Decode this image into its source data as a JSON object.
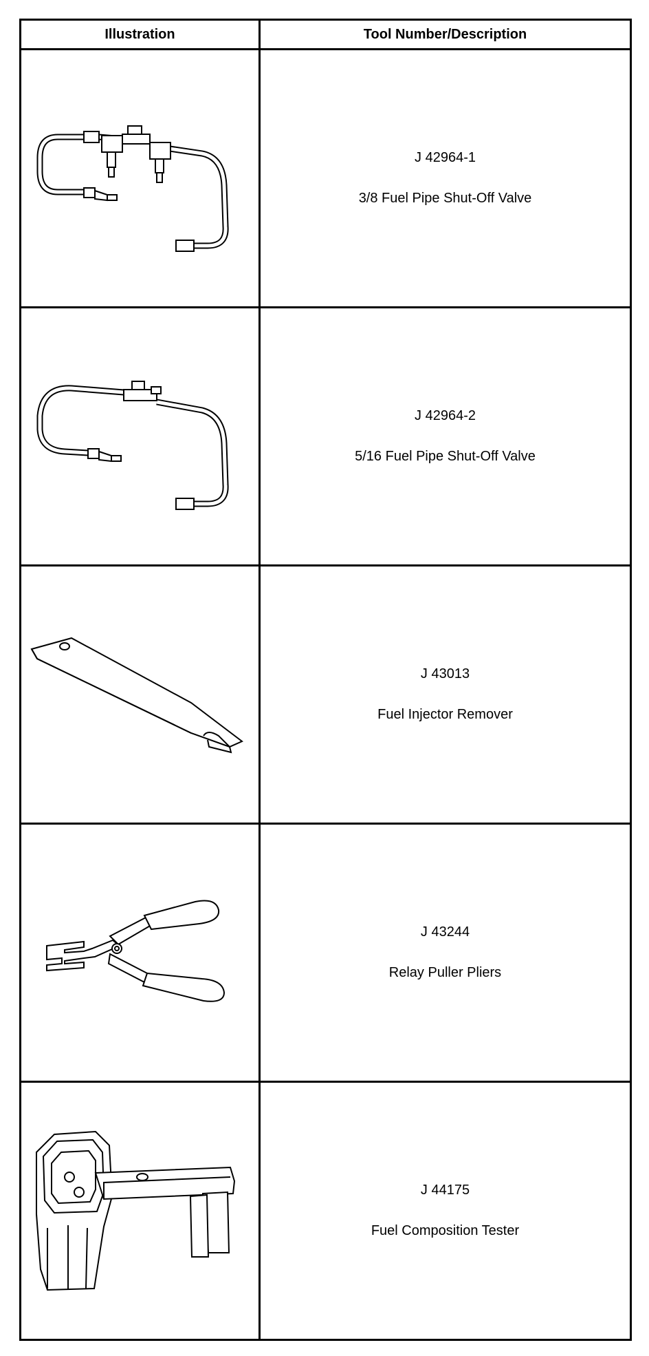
{
  "headers": {
    "illustration": "Illustration",
    "tool": "Tool Number/Description"
  },
  "tools": [
    {
      "number": "J 42964-1",
      "description": "3/8 Fuel Pipe Shut-Off Valve",
      "icon": "fuel-pipe-shutoff-valve-icon"
    },
    {
      "number": "J 42964-2",
      "description": "5/16 Fuel Pipe Shut-Off Valve",
      "icon": "fuel-pipe-shutoff-valve-icon"
    },
    {
      "number": "J 43013",
      "description": "Fuel Injector Remover",
      "icon": "injector-remover-icon"
    },
    {
      "number": "J 43244",
      "description": "Relay Puller Pliers",
      "icon": "relay-puller-pliers-icon"
    },
    {
      "number": "J 44175",
      "description": "Fuel Composition Tester",
      "icon": "fuel-composition-tester-icon"
    }
  ]
}
